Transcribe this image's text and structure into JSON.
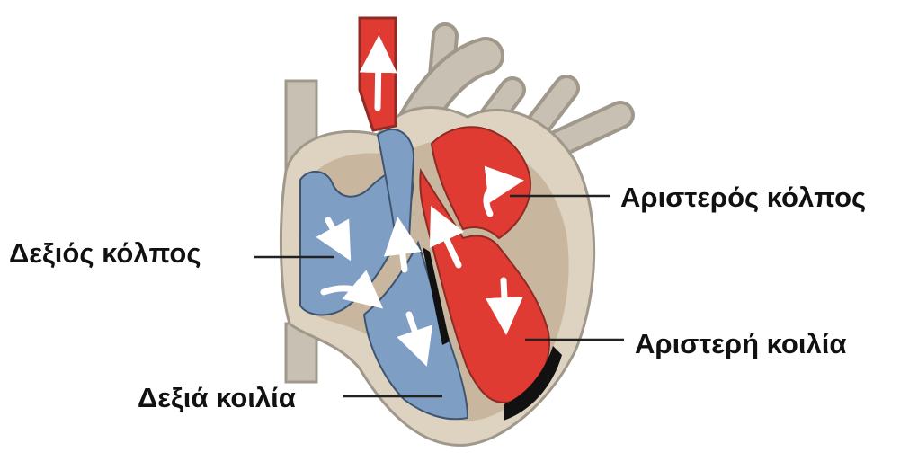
{
  "labels": {
    "right_atrium": "Δεξιός κόλπος",
    "right_ventricle": "Δεξιά κοιλία",
    "left_atrium": "Αριστερός κόλπος",
    "left_ventricle": "Αριστερή κοιλία"
  },
  "colors": {
    "background": "#ffffff",
    "vessel_wall": "#c8c1b3",
    "muscle": "#ddd3c0",
    "deoxygenated_blood": "#7f9ec4",
    "oxygenated_blood": "#df3b33",
    "cavity_shadow": "#111111",
    "arrow": "#ffffff",
    "leader_line": "#222222"
  }
}
